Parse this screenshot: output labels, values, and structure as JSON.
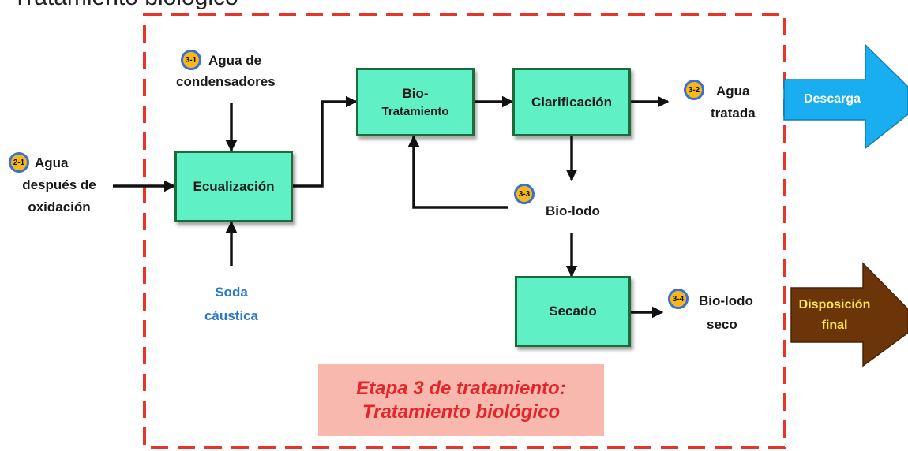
{
  "header": {
    "partial_title": "Tratamiento biológico"
  },
  "inputs": {
    "water_after_oxidation": {
      "badge": "2-1",
      "line1": "Agua",
      "line2": "después de",
      "line3": "oxidación"
    },
    "condenser_water": {
      "badge": "3-1",
      "line1": "Agua de",
      "line2": "condensadores"
    },
    "caustic_soda": {
      "line1": "Soda",
      "line2": "cáustica"
    }
  },
  "process": {
    "equalization": "Ecualización",
    "bio_treatment": {
      "line1": "Bio-",
      "line2": "Tratamiento"
    },
    "clarification": "Clarificación",
    "drying": "Secado"
  },
  "streams": {
    "treated_water": {
      "badge": "3-2",
      "line1": "Agua",
      "line2": "tratada"
    },
    "bio_sludge": {
      "badge": "3-3",
      "label": "Bio-lodo"
    },
    "dry_bio_sludge": {
      "badge": "3-4",
      "line1": "Bio-lodo",
      "line2": "seco"
    }
  },
  "outputs": {
    "discharge": {
      "label": "Descarga"
    },
    "final_disposal": {
      "line1": "Disposición",
      "line2": "final"
    }
  },
  "stage_banner": {
    "line1": "Etapa 3 de tratamiento:",
    "line2": "Tratamiento biológico"
  },
  "colors": {
    "process_fill": "#5ff0c6",
    "process_border": "#1d6b3a",
    "boundary": "#e8352a",
    "badge_fill": "#f6b81a",
    "badge_ring": "#3b6fd0",
    "discharge_arrow": "#19aef0",
    "disposal_arrow": "#6b3509",
    "disposal_text": "#ffe94a",
    "banner_fill": "#f9b8ae",
    "banner_text": "#e3262b",
    "soda_text": "#2b78c9"
  }
}
